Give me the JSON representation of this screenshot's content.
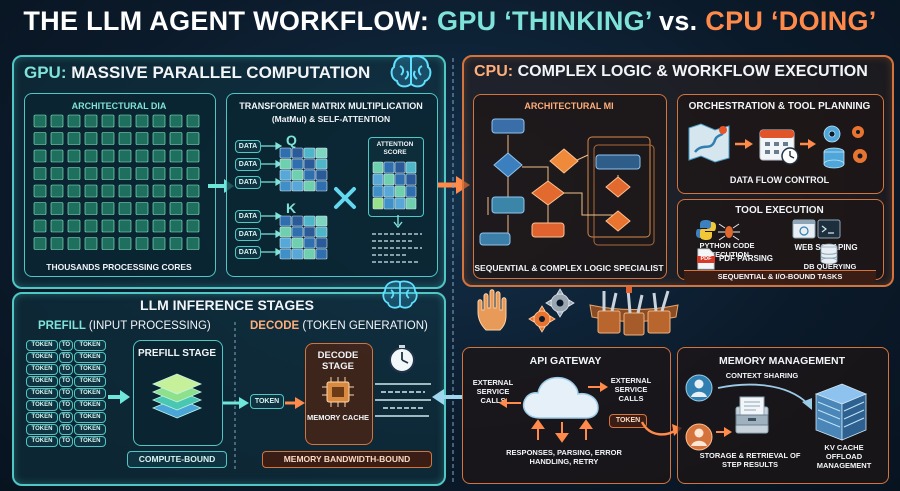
{
  "title": {
    "part1": "THE LLM AGENT WORKFLOW: ",
    "part2": "GPU ‘THINKING’",
    "part3": " vs. ",
    "part4": "CPU ‘DOING’"
  },
  "gpu": {
    "heading_prefix": "GPU:",
    "heading": "MASSIVE PARALLEL COMPUTATION",
    "arch_label": "ARCHITECTURAL DIA",
    "cores_label": "THOUSANDS PROCESSING CORES",
    "matmul_title": "TRANSFORMER MATRIX MULTIPLICATION",
    "matmul_subtitle": "(MatMul) & SELF-ATTENTION",
    "data_label": "DATA",
    "q_label": "Q",
    "k_label": "K",
    "attention_label": "ATTENTION SCORE"
  },
  "inference": {
    "heading": "LLM INFERENCE STAGES",
    "prefill_key": "PREFILL",
    "prefill_rest": "(INPUT PROCESSING)",
    "decode_key": "DECODE",
    "decode_rest": "(TOKEN GENERATION)",
    "token_label": "TOKEN",
    "to_label": "TO",
    "prefill_stage": "PREFILL STAGE",
    "decode_stage": "DECODE STAGE",
    "memory_cache": "MEMORY CACHE",
    "compute_bound": "COMPUTE-BOUND",
    "memory_bound": "MEMORY BANDWIDTH-BOUND"
  },
  "cpu": {
    "heading_prefix": "CPU:",
    "heading": "COMPLEX LOGIC & WORKFLOW EXECUTION",
    "arch_label": "ARCHITECTURAL MI",
    "logic_label": "SEQUENTIAL & COMPLEX LOGIC SPECIALIST",
    "orch_title": "ORCHESTRATION & TOOL PLANNING",
    "data_flow": "DATA FLOW CONTROL",
    "tool_title": "TOOL EXECUTION",
    "python": "PYTHON CODE EXECUTION",
    "web": "WEB SCRAPING",
    "pdf_badge": "PDF",
    "pdf": "PDF PARSING",
    "db": "DB QUERYING",
    "io_bound": "SEQUENTIAL & I/O-BOUND TASKS"
  },
  "api": {
    "title": "API GATEWAY",
    "external_left": "EXTERNAL SERVICE CALLS",
    "external_right": "EXTERNAL SERVICE CALLS",
    "token": "TOKEN",
    "responses": "RESPONSES, PARSING, ERROR HANDLING, RETRY"
  },
  "memory": {
    "title": "MEMORY MANAGEMENT",
    "context": "CONTEXT SHARING",
    "storage": "STORAGE & RETRIEVAL OF STEP RESULTS",
    "kv": "KV CACHE OFFLOAD MANAGEMENT"
  },
  "colors": {
    "gpu_accent": "#4fc7c4",
    "cpu_accent": "#d5733c",
    "background": "#0b1a2a"
  },
  "icons": [
    "brain-icon",
    "clock-icon",
    "cloud-icon",
    "python-icon",
    "bug-icon",
    "browser-icon",
    "terminal-icon",
    "pdf-icon",
    "database-icon",
    "gear-icon",
    "hand-icon",
    "toolbelt-icon",
    "calendar-icon",
    "map-icon",
    "server-stack-icon",
    "user-icon",
    "file-cabinet-icon"
  ]
}
